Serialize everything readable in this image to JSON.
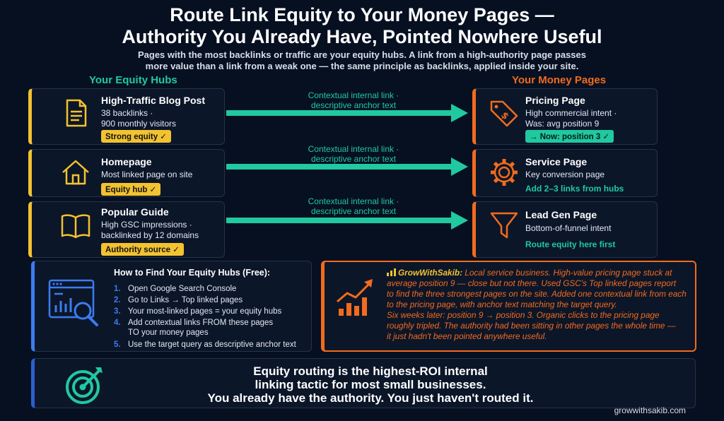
{
  "header": {
    "title_line1": "Route Link Equity to Your Money Pages —",
    "title_line2": "Authority You Already Have, Pointed Nowhere Useful",
    "subtitle_line1": "Pages with the most backlinks or traffic are your equity hubs. A link from a high-authority page passes",
    "subtitle_line2": "more value than a link from a weak one — the same principle as backlinks, applied inside your site."
  },
  "colors": {
    "hub_accent": "#f2c230",
    "money_accent": "#f26b1d",
    "link_accent": "#20c9a0",
    "howto_accent": "#3b7cf0"
  },
  "hubs": {
    "heading": "Your Equity Hubs",
    "items": [
      {
        "icon": "document-icon",
        "title": "High-Traffic Blog Post",
        "line1": "38 backlinks ·",
        "line2": "900 monthly visitors",
        "badge": "Strong equity ✓"
      },
      {
        "icon": "home-icon",
        "title": "Homepage",
        "line1": "Most linked page on site",
        "line2": "",
        "badge": "Equity hub ✓"
      },
      {
        "icon": "book-icon",
        "title": "Popular Guide",
        "line1": "High GSC impressions ·",
        "line2": "backlinked by 12 domains",
        "badge": "Authority source ✓"
      }
    ]
  },
  "links": {
    "label_line1": "Contextual internal link ·",
    "label_line2": "descriptive anchor text"
  },
  "money": {
    "heading": "Your Money Pages",
    "items": [
      {
        "icon": "price-tag-icon",
        "title": "Pricing Page",
        "line1": "High commercial intent ·",
        "line2": "Was: avg position 9",
        "badge": "→ Now: position 3 ✓"
      },
      {
        "icon": "gear-icon",
        "title": "Service Page",
        "line1": "Key conversion page",
        "line2": "",
        "badge": "Add 2–3 links from hubs"
      },
      {
        "icon": "funnel-icon",
        "title": "Lead Gen Page",
        "line1": "Bottom-of-funnel intent",
        "line2": "",
        "badge": "Route equity here first"
      }
    ]
  },
  "howto": {
    "title": "How to Find Your Equity Hubs (Free):",
    "steps": [
      {
        "n": "1.",
        "text": "Open Google Search Console"
      },
      {
        "n": "2.",
        "text": "Go to Links → Top linked pages"
      },
      {
        "n": "3.",
        "text": "Your most-linked pages = your equity hubs"
      },
      {
        "n": "4.",
        "text": "Add contextual links FROM these pages"
      },
      {
        "n": "",
        "text": "TO your money pages"
      },
      {
        "n": "5.",
        "text": "Use the target query as descriptive anchor text"
      }
    ]
  },
  "case": {
    "brand": "GrowWithSakib:",
    "lines": [
      "Local service business. High-value pricing page stuck at",
      "average position 9 — close but not there. Used GSC's Top linked pages report",
      "to find the three strongest pages on the site. Added one contextual link from each",
      "to the pricing page, with anchor text matching the target query.",
      "Six weeks later: position 9 → position 3. Organic clicks to the pricing page",
      "roughly tripled. The authority had been sitting in other pages the whole time —",
      "it just hadn't been pointed anywhere useful."
    ]
  },
  "bottom": {
    "line1": "Equity routing is the highest-ROI internal",
    "line2": "linking tactic for most small businesses.",
    "line3": "You already have the authority. You just haven't routed it.",
    "site": "growwithsakib.com"
  }
}
